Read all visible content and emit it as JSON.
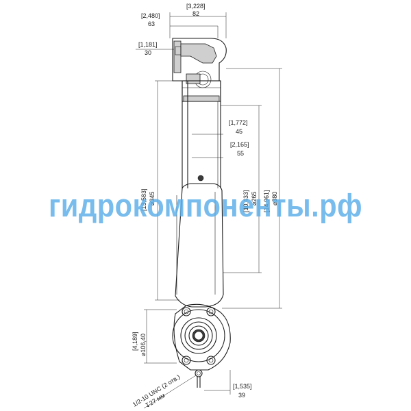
{
  "watermark": "гидрокомпоненты.рф",
  "dimensions": {
    "top_width": {
      "inch": "[3,228]",
      "mm": "82"
    },
    "top_offset": {
      "inch": "[2,480]",
      "mm": "63"
    },
    "flange_depth": {
      "inch": "[1,181]",
      "mm": "30"
    },
    "inner_a": {
      "inch": "[1,772]",
      "mm": "45"
    },
    "inner_b": {
      "inch": "[2,165]",
      "mm": "55"
    },
    "dia_345": {
      "inch": "[13,583]",
      "mm": "⌀345"
    },
    "dia_265": {
      "inch": "[10,433]",
      "mm": "⌀265"
    },
    "dia_380": {
      "inch": "[14,961]",
      "mm": "⌀380"
    },
    "dia_106": {
      "inch": "[4,189]",
      "mm": "⌀106,40"
    },
    "bottom_width": {
      "inch": "[1,535]",
      "mm": "39"
    }
  },
  "callout": {
    "thread": "1/2-10 UNC (2 отв.)",
    "depth": "↧27 мм"
  }
}
